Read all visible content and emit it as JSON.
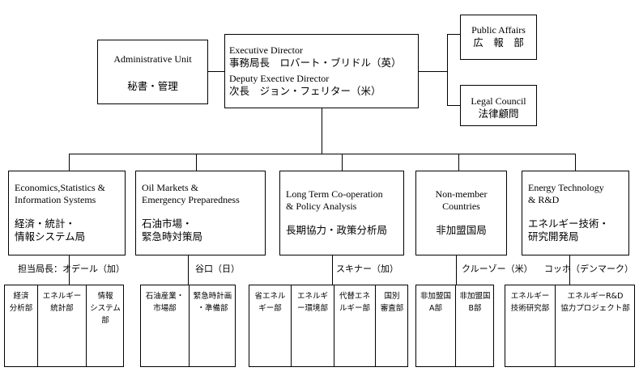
{
  "top": {
    "admin": {
      "en": "Administrative Unit",
      "jp": "秘書・管理"
    },
    "exec": {
      "line1": "Executive Director",
      "line2": "事務局長　ロバート・ブリドル（英）",
      "line3": "Deputy Exective Director",
      "line4": "次長　ジョン・フェリター（米）"
    },
    "public": {
      "en": "Public Affairs",
      "jp": "広　報　部"
    },
    "legal": {
      "en": "Legal Council",
      "jp": "法律顧問"
    }
  },
  "directorates": [
    {
      "en1": "Economics,Statistics &",
      "en2": "Information Systems",
      "jp1": "経済・統計・",
      "jp2": "情報システム局",
      "head": "担当局長：オデール（加）",
      "divisions": [
        [
          "経済",
          "分析部"
        ],
        [
          "エネルギー",
          "統計部"
        ],
        [
          "情報",
          "システム部"
        ]
      ]
    },
    {
      "en1": "Oil Markets &",
      "en2": "Emergency Preparedness",
      "jp1": "石油市場・",
      "jp2": "緊急時対策局",
      "head": "谷口（日）",
      "divisions": [
        [
          "石油産業・",
          "市場部"
        ],
        [
          "緊急時計画",
          "・準備部"
        ]
      ]
    },
    {
      "en1": "Long Term Co-operation",
      "en2": "& Policy Analysis",
      "jp1": "長期協力・政策分析局",
      "jp2": "",
      "head": "スキナー（加）",
      "divisions": [
        [
          "省エネル",
          "ギー部"
        ],
        [
          "エネルギ",
          "ー環境部"
        ],
        [
          "代替エネ",
          "ルギー部"
        ],
        [
          "国別",
          "審査部"
        ]
      ]
    },
    {
      "en1": "Non-member",
      "en2": "Countries",
      "jp1": "非加盟国局",
      "jp2": "",
      "head": "クルーゾー（米）",
      "divisions": [
        [
          "非加盟国",
          "A部"
        ],
        [
          "非加盟国",
          "B部"
        ]
      ]
    },
    {
      "en1": "Energy Technology",
      "en2": "& R&D",
      "jp1": "エネルギー技術・",
      "jp2": "研究開発局",
      "head": "コッホ（デンマーク）",
      "divisions": [
        [
          "エネルギー",
          "技術研究部"
        ],
        [
          "エネルギーR&D",
          "協力プロジェクト部"
        ]
      ]
    }
  ]
}
